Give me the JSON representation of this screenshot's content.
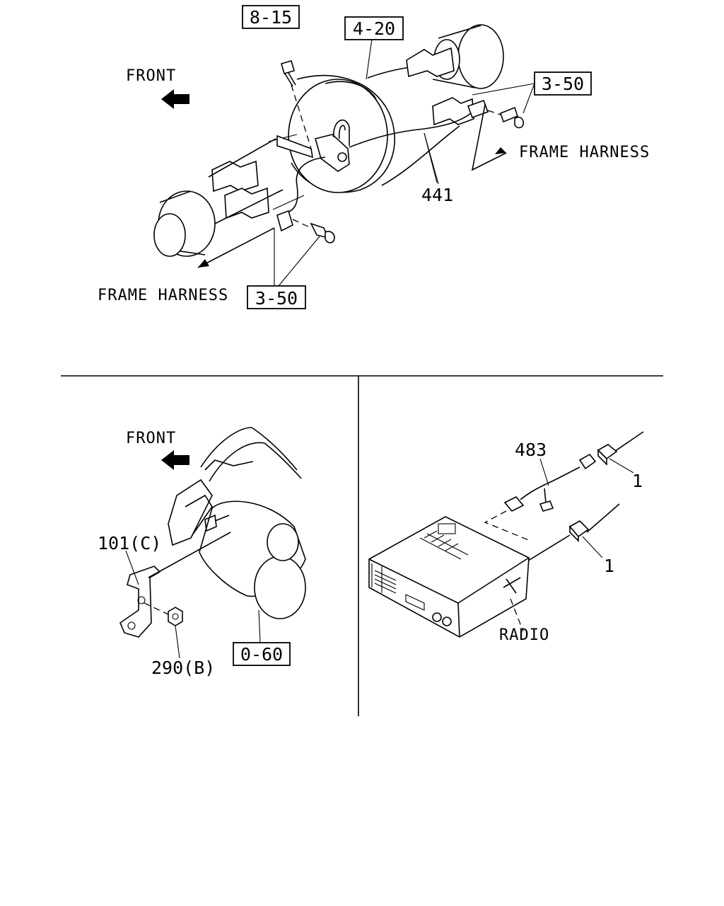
{
  "top": {
    "front_label": "FRONT",
    "frame_harness_right": "FRAME HARNESS",
    "frame_harness_left": "FRAME HARNESS",
    "callouts": {
      "c815": "8-15",
      "c420": "4-20",
      "c350_top": "3-50",
      "c350_bottom": "3-50"
    },
    "part_441": "441"
  },
  "bottom_left": {
    "front_label": "FRONT",
    "part_101c": "101(C)",
    "part_290b": "290(B)",
    "callout_060": "0-60"
  },
  "bottom_right": {
    "part_483": "483",
    "part_1_top": "1",
    "part_1_bottom": "1",
    "radio_label": "RADIO"
  }
}
